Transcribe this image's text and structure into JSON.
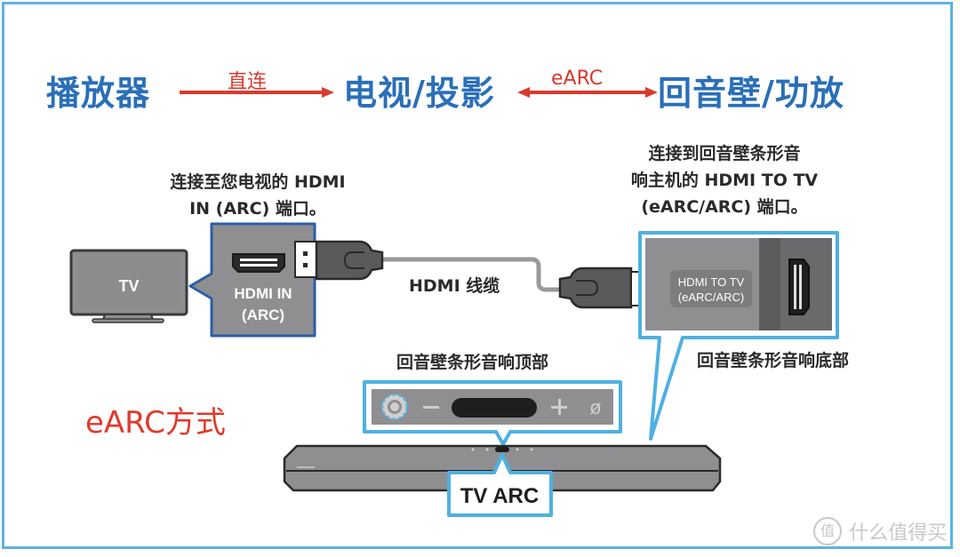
{
  "header": {
    "source_device": "播放器",
    "direct_label": "直连",
    "display_device": "电视/投影",
    "earc_label": "eARC",
    "audio_device": "回音壁/功放"
  },
  "tv": {
    "label": "TV",
    "caption_line1": "连接至您电视的 HDMI",
    "caption_line2": "IN (ARC) 端口。",
    "port_label_line1": "HDMI IN",
    "port_label_line2": "(ARC)"
  },
  "cable": {
    "label": "HDMI 线缆"
  },
  "soundbar": {
    "caption_line1": "连接到回音壁条形音",
    "caption_line2": "响主机的 HDMI TO TV",
    "caption_line3": "(eARC/ARC) 端口。",
    "port_label_line1": "HDMI TO TV",
    "port_label_line2": "(eARC/ARC)",
    "top_label": "回音壁条形音响顶部",
    "bottom_label": "回音壁条形音响底部",
    "tv_arc_label": "TV ARC",
    "buttons": [
      "−",
      "+",
      "ø"
    ]
  },
  "mode_label": "eARC方式",
  "watermark": {
    "icon": "值",
    "text": "什么值得买"
  },
  "colors": {
    "frame": "#5bb3e0",
    "title_blue": "#2a6fb8",
    "arrow_red": "#d93a2e",
    "callout_blue": "#4fb0e0",
    "callout_dark_blue": "#2a5ea8",
    "device_gray": "#8f8f91"
  }
}
